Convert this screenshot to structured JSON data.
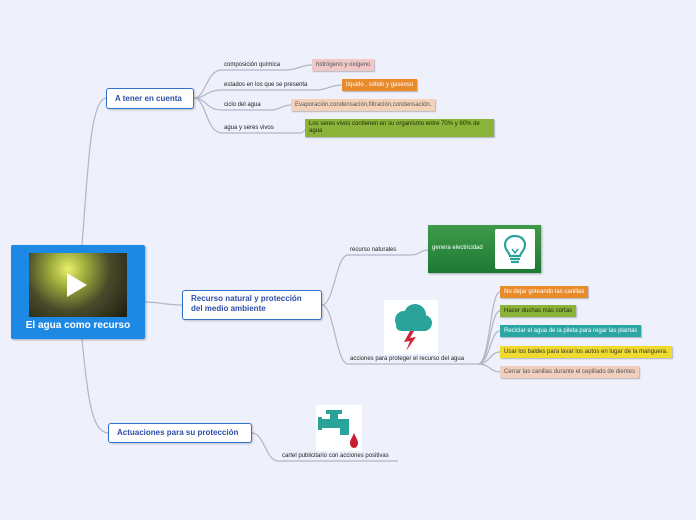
{
  "root": {
    "title": "El agua como recurso",
    "media_icon": "play-icon"
  },
  "branches": [
    {
      "label": "A tener en cuenta",
      "children": [
        {
          "label": "composición química",
          "tag": "hidrógeno y oxígeno"
        },
        {
          "label": "estados en los que se presenta",
          "tag": "líquido , sólido y gaseoso"
        },
        {
          "label": "ciclo del agua",
          "tag": "Evaporación,condensación,filtración,condensación."
        },
        {
          "label": "agua y seres vivos",
          "tag": "Los seres vivos contienen en su organismo entre 70% y 80% de agua"
        }
      ]
    },
    {
      "label": "Recurso natural y protección del medio ambiente",
      "children": [
        {
          "label": "recurso naturales",
          "tag": "genera electricidad",
          "icon": "lightbulb-icon"
        },
        {
          "label": "acciones para proteger el recurso del agua",
          "icon": "storm-cloud-icon",
          "tags": [
            "No dejar goteando las canillas",
            "Hacer duchas más cortas",
            "Reciclar el agua de la pileta para regar las plantas",
            "Usar los baldes para lavar los autos en lugar de la manguera.",
            "Cerrar las canillas durante el cepillado de dientes"
          ]
        }
      ]
    },
    {
      "label": "Actuaciones para su protección",
      "children": [
        {
          "label": "cartel publicitario con acciones positivas",
          "icon": "water-faucet-icon"
        }
      ]
    }
  ],
  "colors": {
    "background": "#eef0fb",
    "root": "#1e88e5",
    "main_border": "#2e74c8",
    "main_text": "#2d4ea8",
    "link": "#b0b6c6"
  }
}
